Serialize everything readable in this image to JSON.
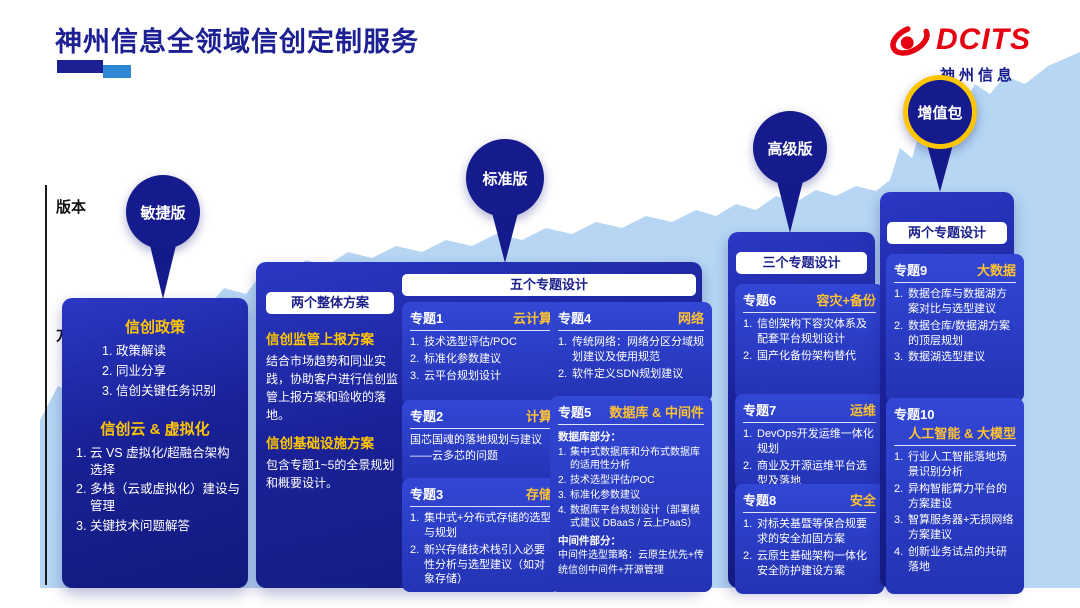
{
  "header": {
    "title": "神州信息全领域信创定制服务",
    "logo": {
      "brand": "DCITS",
      "company": "神州信息"
    }
  },
  "axis": {
    "version_label": "版本",
    "plan_label": "方案"
  },
  "versions": {
    "agile": "敏捷版",
    "standard": "标准版",
    "advanced": "高级版",
    "addon": "增值包"
  },
  "panel1": {
    "sections": [
      {
        "title": "信创政策",
        "items": [
          "政策解读",
          "同业分享",
          "信创关键任务识别"
        ]
      },
      {
        "title": "信创云 & 虚拟化",
        "items": [
          "云 VS 虚拟化/超融合架构选择",
          "多栈（云或虚拟化）建设与管理",
          "关键技术问题解答"
        ]
      }
    ]
  },
  "panel2": {
    "overall": {
      "pill": "两个整体方案",
      "blocks": [
        {
          "title": "信创监管上报方案",
          "text": "结合市场趋势和同业实践，协助客户进行信创监管上报方案和验收的落地。"
        },
        {
          "title": "信创基础设施方案",
          "text": "包含专题1~5的全景规划和概要设计。"
        }
      ]
    },
    "pill": "五个专题设计",
    "topics": [
      {
        "label": "专题1",
        "name": "云计算",
        "items": [
          "技术选型评估/POC",
          "标准化参数建议",
          "云平台规划设计"
        ]
      },
      {
        "label": "专题2",
        "name": "计算",
        "text": "国芯国魂的落地规划与建议——云多芯的问题"
      },
      {
        "label": "专题3",
        "name": "存储",
        "items": [
          "集中式+分布式存储的选型与规划",
          "新兴存储技术栈引入必要性分析与选型建议（如对象存储）"
        ]
      },
      {
        "label": "专题4",
        "name": "网络",
        "items": [
          "传统网络：网络分区分域规划建议及使用规范",
          "软件定义SDN规划建议"
        ]
      },
      {
        "label": "专题5",
        "name": "数据库 & 中间件",
        "sub1": "数据库部分：",
        "items": [
          "集中式数据库和分布式数据库的适用性分析",
          "技术选型评估/POC",
          "标准化参数建议",
          "数据库平台规划设计（部署模式建议 DBaaS / 云上PaaS）"
        ],
        "sub2": "中间件部分：",
        "text": "中间件选型策略：云原生优先+传统信创中间件+开源管理"
      }
    ]
  },
  "panel3": {
    "pill": "三个专题设计",
    "topics": [
      {
        "label": "专题6",
        "name": "容灾+备份",
        "items": [
          "信创架构下容灾体系及配套平台规划设计",
          "国产化备份架构替代"
        ]
      },
      {
        "label": "专题7",
        "name": "运维",
        "items": [
          "DevOps开发运维一体化规划",
          "商业及开源运维平台选型及落地"
        ]
      },
      {
        "label": "专题8",
        "name": "安全",
        "items": [
          "对标关基暨等保合规要求的安全加固方案",
          "云原生基础架构一体化安全防护建设方案"
        ]
      }
    ]
  },
  "panel4": {
    "pill": "两个专题设计",
    "topics": [
      {
        "label": "专题9",
        "name": "大数据",
        "items": [
          "数据仓库与数据湖方案对比与选型建议",
          "数据仓库/数据湖方案的顶层规划",
          "数据湖选型建议"
        ]
      },
      {
        "label": "专题10",
        "name": "人工智能 & 大模型",
        "items": [
          "行业人工智能落地场景识别分析",
          "异构智能算力平台的方案建设",
          "智算服务器+无损网络方案建议",
          "创新业务试点的共研落地"
        ]
      }
    ]
  },
  "colors": {
    "navy": "#151a8d",
    "panel_blue": "#1a2196",
    "accent_yellow": "#ffc600",
    "topic_yellow": "#ffc233",
    "light_blue": "#b6d6f4",
    "brand_red": "#e60012"
  }
}
